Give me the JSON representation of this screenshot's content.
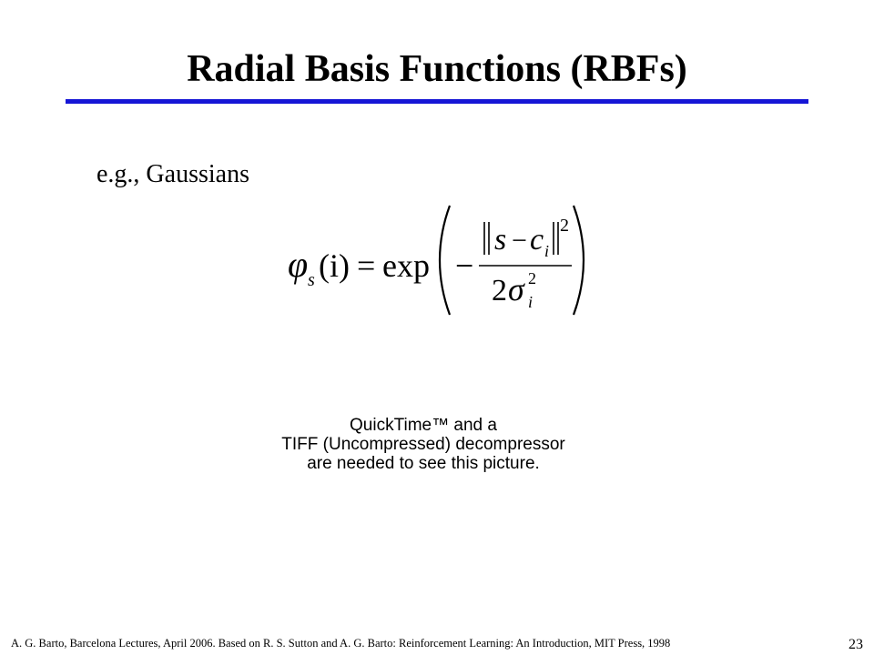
{
  "slide": {
    "title": "Radial Basis Functions (RBFs)",
    "accent_color": "#1515d6",
    "bullet": "e.g., Gaussians",
    "formula": {
      "phi": "φ",
      "phi_sub": "s",
      "arg": "(i)",
      "equals": "=",
      "exp": "exp",
      "minus": "−",
      "numerator_s": "s",
      "numerator_minus": "−",
      "numerator_c": "c",
      "numerator_c_sub": "i",
      "numerator_exponent": "2",
      "denominator_two": "2",
      "denominator_sigma": "σ",
      "denominator_sigma_sub": "i",
      "denominator_sigma_sup": "2"
    },
    "placeholder": {
      "line1": "QuickTime™ and a",
      "line2": "TIFF (Uncompressed) decompressor",
      "line3": "are needed to see this picture."
    },
    "footer": "A. G. Barto, Barcelona Lectures, April 2006. Based on R. S. Sutton and A. G. Barto: Reinforcement Learning: An Introduction, MIT Press, 1998",
    "page_number": "23"
  }
}
